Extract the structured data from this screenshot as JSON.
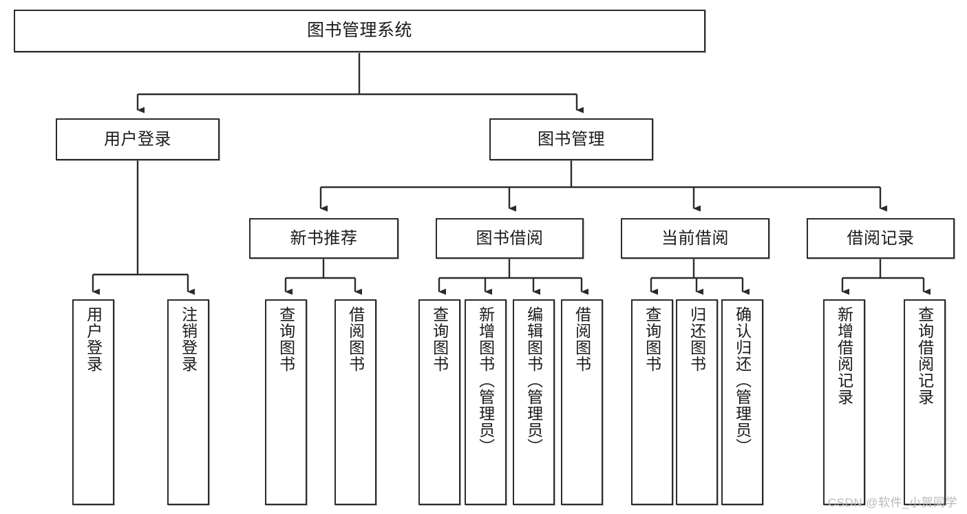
{
  "diagram": {
    "title": "图书管理系统",
    "type": "tree",
    "root": {
      "id": "root",
      "label": "图书管理系统"
    },
    "level2": [
      {
        "id": "user-login",
        "label": "用户登录"
      },
      {
        "id": "book-management",
        "label": "图书管理"
      }
    ],
    "level3": [
      {
        "id": "new-book-recommend",
        "label": "新书推荐",
        "parent": "book-management"
      },
      {
        "id": "book-borrow",
        "label": "图书借阅",
        "parent": "book-management"
      },
      {
        "id": "current-borrow",
        "label": "当前借阅",
        "parent": "book-management"
      },
      {
        "id": "borrow-record",
        "label": "借阅记录",
        "parent": "book-management"
      }
    ],
    "leaves": {
      "user-login": [
        {
          "id": "leaf-user-login",
          "label": "用户登录"
        },
        {
          "id": "leaf-logout",
          "label": "注销登录"
        }
      ],
      "new-book-recommend": [
        {
          "id": "leaf-query-book-1",
          "label": "查询图书"
        },
        {
          "id": "leaf-borrow-book-1",
          "label": "借阅图书"
        }
      ],
      "book-borrow": [
        {
          "id": "leaf-query-book-2",
          "label": "查询图书"
        },
        {
          "id": "leaf-add-book",
          "label": "新增图书（管理员）"
        },
        {
          "id": "leaf-edit-book",
          "label": "编辑图书（管理员）"
        },
        {
          "id": "leaf-borrow-book-2",
          "label": "借阅图书"
        }
      ],
      "current-borrow": [
        {
          "id": "leaf-query-book-3",
          "label": "查询图书"
        },
        {
          "id": "leaf-return-book",
          "label": "归还图书"
        },
        {
          "id": "leaf-confirm-return",
          "label": "确认归还（管理员）"
        }
      ],
      "borrow-record": [
        {
          "id": "leaf-add-record",
          "label": "新增借阅记录"
        },
        {
          "id": "leaf-query-record",
          "label": "查询借阅记录"
        }
      ]
    }
  },
  "watermark": {
    "text": "CSDN @软件_小贺同学"
  },
  "colors": {
    "border": "#2b2b2b",
    "background": "#ffffff",
    "text": "#1a1a1a",
    "watermark": "#b9b9b9"
  }
}
